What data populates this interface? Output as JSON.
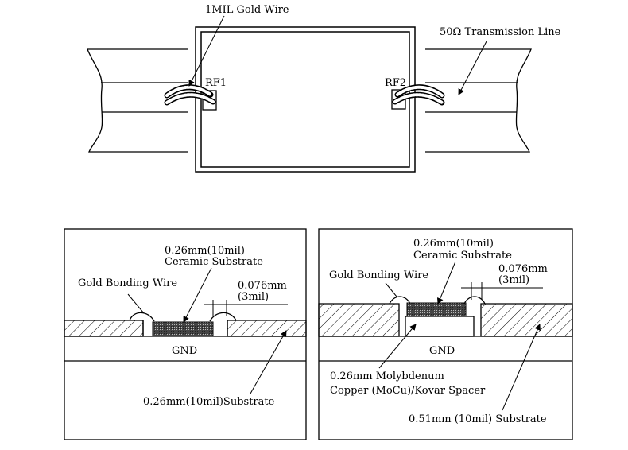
{
  "top_view": {
    "wire_label": "1MIL Gold Wire",
    "line_label": "50Ω Transmission Line",
    "rf1_label": "RF1",
    "rf2_label": "RF2"
  },
  "left_section": {
    "ceramic_label_1": "0.26mm(10mil)",
    "ceramic_label_2": "Ceramic Substrate",
    "bonding_label": "Gold Bonding Wire",
    "gap_label_1": "0.076mm",
    "gap_label_2": "(3mil)",
    "gnd_label": "GND",
    "substrate_label": "0.26mm(10mil)Substrate"
  },
  "right_section": {
    "ceramic_label_1": "0.26mm(10mil)",
    "ceramic_label_2": "Ceramic Substrate",
    "bonding_label": "Gold Bonding Wire",
    "gap_label_1": "0.076mm",
    "gap_label_2": "(3mil)",
    "gnd_label": "GND",
    "spacer_label_1": "0.26mm Molybdenum",
    "spacer_label_2": "Copper (MoCu)/Kovar Spacer",
    "substrate_label": "0.51mm (10mil) Substrate"
  }
}
